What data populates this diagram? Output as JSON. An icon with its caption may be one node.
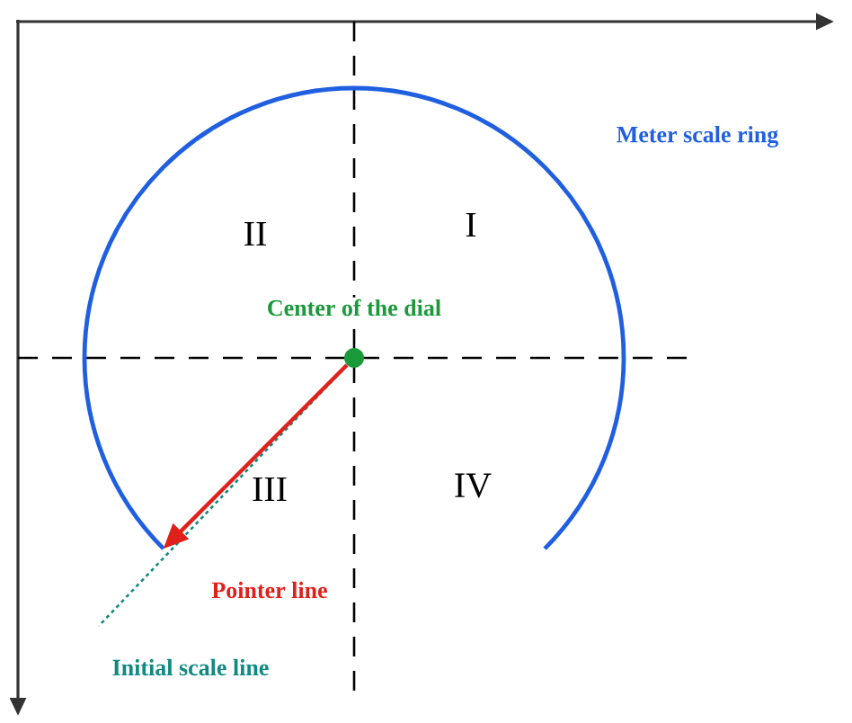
{
  "diagram": {
    "nodes": [
      {
        "text": [
          "Meter scale ring"
        ]
      },
      {
        "text": [],
        "shape": "circle",
        "in": 0
      }
    ],
    "edges": [
      {
        "from": 1,
        "to": null,
        "arrow": "none",
        "style": "dashed",
        "color": "#108a80"
      },
      {
        "from": 1,
        "to": 0,
        "arrow": "to",
        "color": "#e0201a"
      }
    ],
    "labels": [
      "II",
      "I",
      "Center of the dial",
      "III",
      "IV",
      "Pointer line",
      "Initial scale line"
    ]
  }
}
